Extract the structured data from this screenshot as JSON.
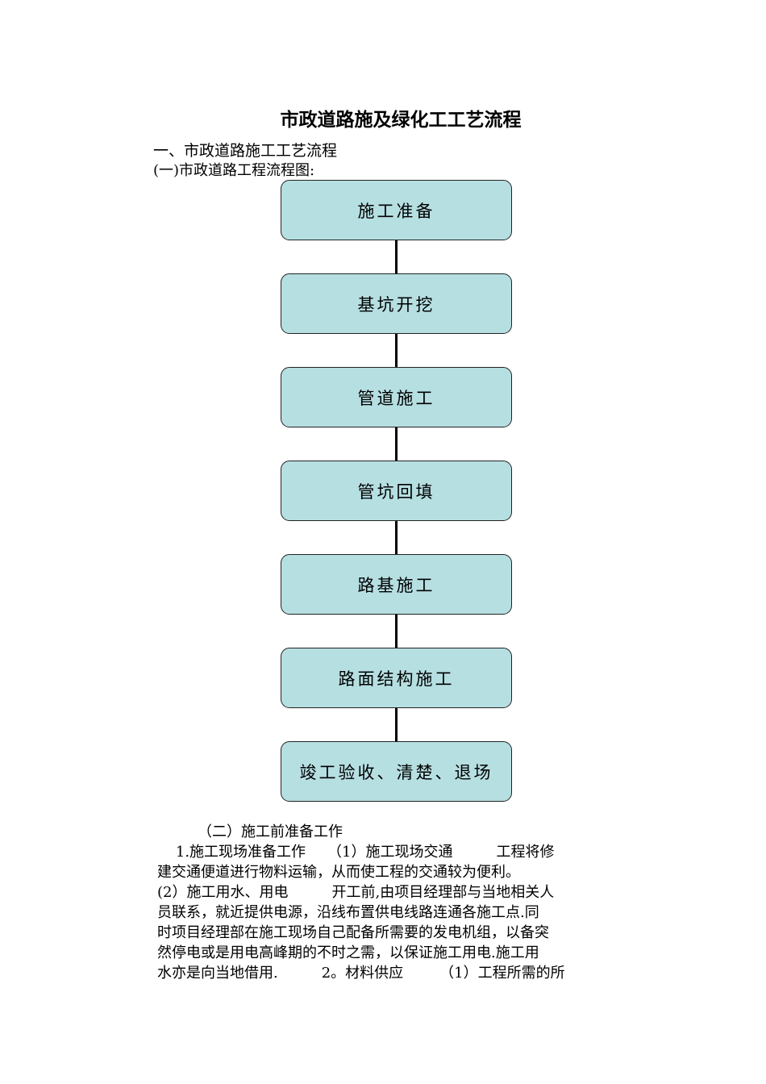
{
  "document": {
    "title": "市政道路施及绿化工工艺流程",
    "section1_heading": "一、市政道路施工工艺流程",
    "subsection1_heading": "(一)市政道路工程流程图:",
    "flowchart": {
      "steps": [
        "施工准备",
        "基坑开挖",
        "管道施工",
        "管坑回填",
        "路基施工",
        "路面结构施工",
        "竣工验收、清楚、退场"
      ]
    },
    "subsection2_heading": "（二）施工前准备工作",
    "body_lines": [
      "    1.施工现场准备工作　　（1）施工现场交通　　　工程将修",
      "建交通便道进行物料运输，从而使工程的交通较为便利。",
      "(2）施工用水、用电　　　开工前,由项目经理部与当地相关人",
      "员联系，就近提供电源，沿线布置供电线路连通各施工点.同",
      "时项目经理部在施工现场自己配备所需要的发电机组，以备突",
      "然停电或是用电高峰期的不时之需，以保证施工用电.施工用",
      "水亦是向当地借用.　　　2。材料供应　　　（1）工程所需的所"
    ]
  }
}
